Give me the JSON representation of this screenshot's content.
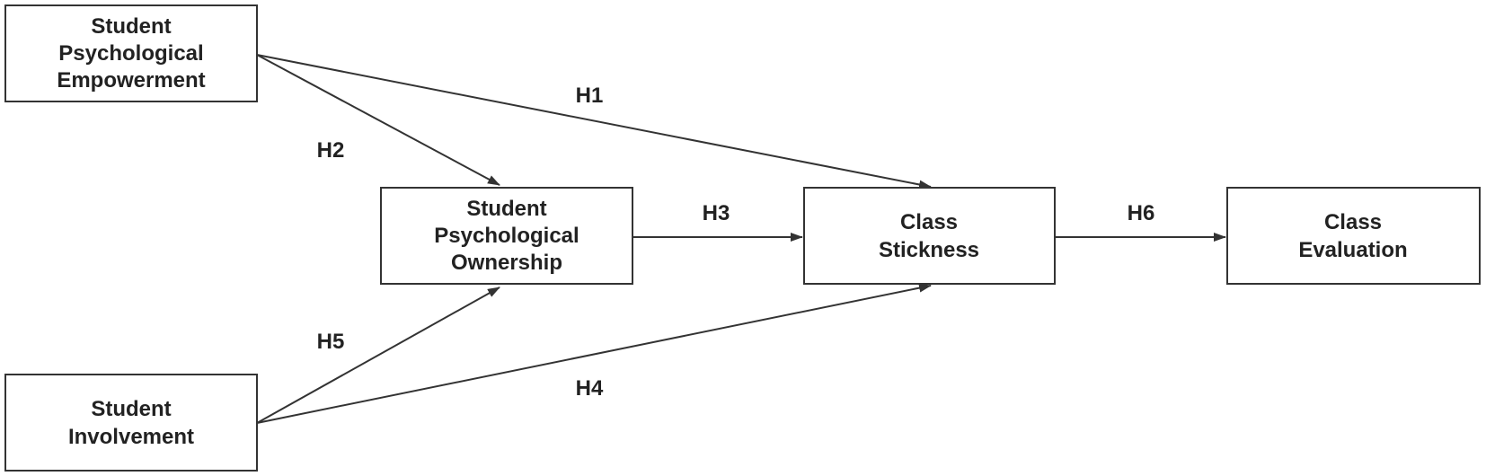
{
  "colors": {
    "stroke": "#333333",
    "text": "#222222",
    "background": "#ffffff"
  },
  "nodes": {
    "empowerment": {
      "line1": "Student",
      "line2": "Psychological",
      "line3": "Empowerment"
    },
    "ownership": {
      "line1": "Student",
      "line2": "Psychological",
      "line3": "Ownership"
    },
    "involvement": {
      "line1": "Student",
      "line2": "Involvement"
    },
    "stickness": {
      "line1": "Class",
      "line2": "Stickness"
    },
    "evaluation": {
      "line1": "Class",
      "line2": "Evaluation"
    }
  },
  "edges": [
    {
      "id": "h1",
      "label": "H1",
      "from": "Student Psychological Empowerment",
      "to": "Class Stickness"
    },
    {
      "id": "h2",
      "label": "H2",
      "from": "Student Psychological Empowerment",
      "to": "Student Psychological Ownership"
    },
    {
      "id": "h3",
      "label": "H3",
      "from": "Student Psychological Ownership",
      "to": "Class Stickness"
    },
    {
      "id": "h4",
      "label": "H4",
      "from": "Student Involvement",
      "to": "Class Stickness"
    },
    {
      "id": "h5",
      "label": "H5",
      "from": "Student Involvement",
      "to": "Student Psychological Ownership"
    },
    {
      "id": "h6",
      "label": "H6",
      "from": "Class Stickness",
      "to": "Class Evaluation"
    }
  ]
}
